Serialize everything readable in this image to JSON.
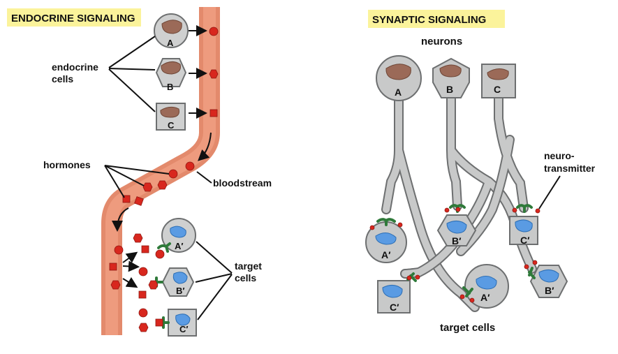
{
  "endocrine": {
    "title": "ENDOCRINE SIGNALING",
    "cells_label": [
      "endocrine",
      "cells"
    ],
    "cell_names": [
      "A",
      "B",
      "C"
    ],
    "hormones_label": "hormones",
    "bloodstream_label": "bloodstream",
    "targets_label": [
      "target",
      "cells"
    ],
    "target_names": [
      "A′",
      "B′",
      "C′"
    ]
  },
  "synaptic": {
    "title": "SYNAPTIC SIGNALING",
    "neurons_label": "neurons",
    "neuron_names": [
      "A",
      "B",
      "C"
    ],
    "neurotransmitter_label": [
      "neuro-",
      "transmitter"
    ],
    "target_names": [
      "A′",
      "B′",
      "C′",
      "C′",
      "A′",
      "B′"
    ],
    "targets_label": "target cells"
  },
  "colors": {
    "title_bg": "#fbf39b",
    "blood": "#e8876a",
    "hormone": "#d8271e",
    "receptor": "#2f7a3a",
    "nucleus_brown": "#9b6a58",
    "nucleus_blue": "#5a9be3"
  }
}
